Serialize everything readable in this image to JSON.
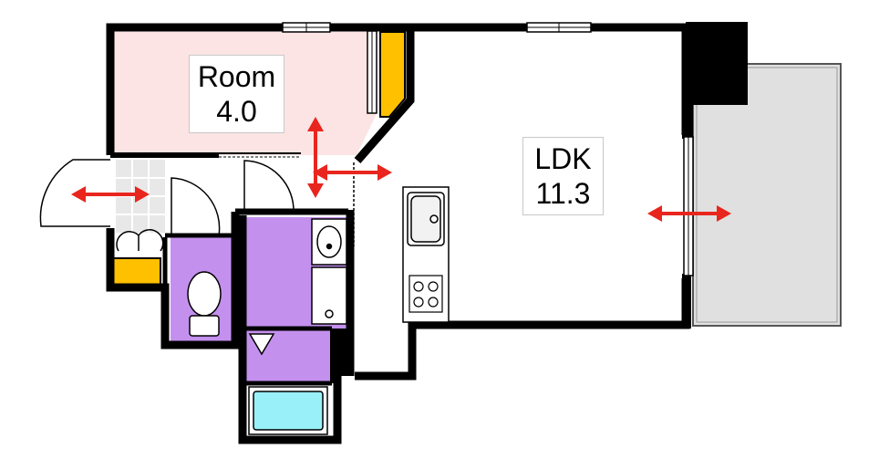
{
  "rooms": {
    "room": {
      "name": "Room",
      "size": "4.0"
    },
    "ldk": {
      "name": "LDK",
      "size": "11.3"
    }
  },
  "colors": {
    "wall": "#000000",
    "room_fill": "#fce4e4",
    "wet_fill": "#c490ee",
    "storage_fill": "#ffc000",
    "balcony_fill": "#e0e0e0",
    "tile_fill": "#e8e8e8",
    "tub_fill": "#99f0f8",
    "arrow": "#e8261e"
  },
  "icons": [
    "toilet-icon",
    "washbasin-icon",
    "sink-icon",
    "stove-icon",
    "bathtub-icon",
    "washing-machine-pan-icon",
    "double-arrow-icon"
  ]
}
